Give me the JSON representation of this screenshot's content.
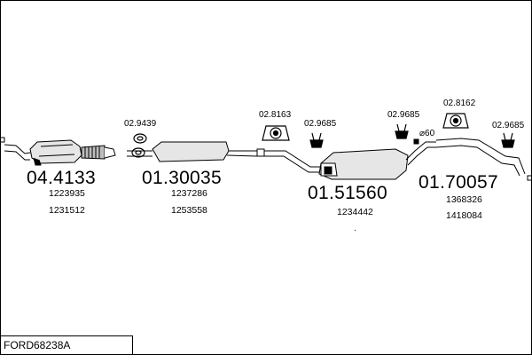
{
  "diagram": {
    "code": "FORD68238A",
    "groups": [
      {
        "part": "04.4133",
        "refs": [
          "1223935",
          "1231512"
        ]
      },
      {
        "part": "01.30035",
        "refs": [
          "1237286",
          "1253558"
        ]
      },
      {
        "part": "01.51560",
        "refs": [
          "1234442"
        ]
      },
      {
        "part": "01.70057",
        "refs": [
          "1368326",
          "1418084"
        ]
      }
    ],
    "fittings": [
      "02.9439",
      "02.8163",
      "02.9685",
      "02.9685",
      "02.8162",
      "02.9685"
    ],
    "diameter": "⌀60",
    "mark": "·"
  }
}
